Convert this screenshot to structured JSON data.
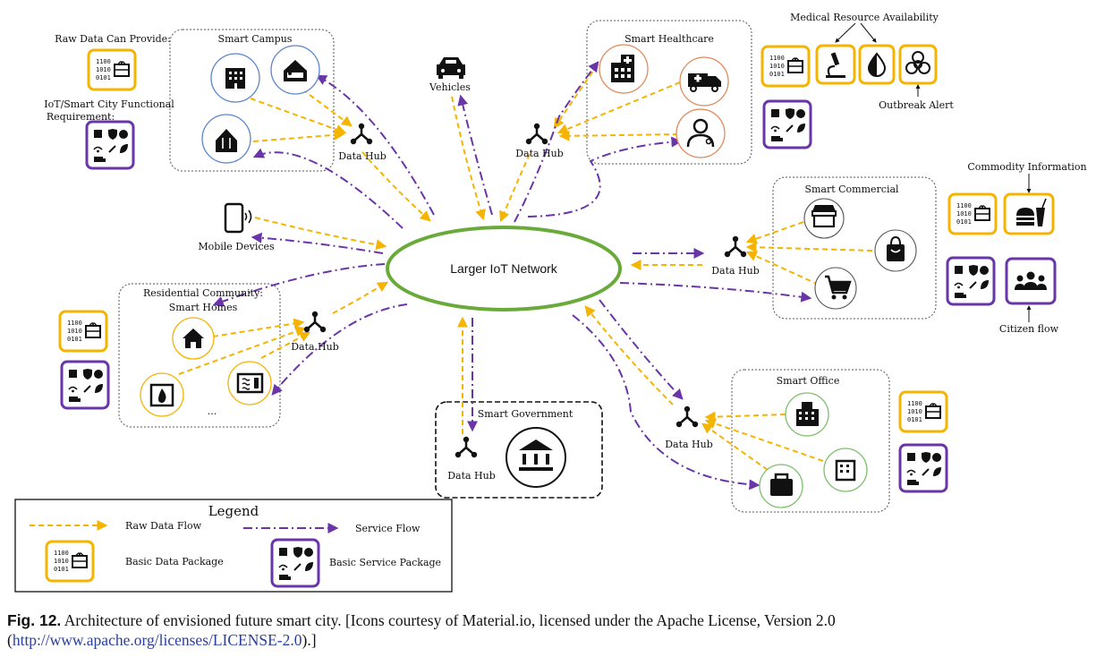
{
  "diagram": {
    "center": "Larger IoT Network",
    "hub_label": "Data Hub",
    "zones": {
      "campus": "Smart Campus",
      "healthcare": "Smart Healthcare",
      "commercial": "Smart Commercial",
      "residential_line1": "Residential Community:",
      "residential_line2": "Smart Homes",
      "government": "Smart Government",
      "office": "Smart Office"
    },
    "labels": {
      "vehicles": "Vehicles",
      "mobile_devices": "Mobile Devices",
      "raw_data_can_provide": "Raw Data Can Provide:",
      "requirement_line1": "IoT/Smart City Functional",
      "requirement_line2": "Requirement:",
      "medical_resource": "Medical Resource Availability",
      "outbreak_alert": "Outbreak Alert",
      "commodity_information": "Commodity Information",
      "citizen_flow": "Citizen flow",
      "ellipsis": "..."
    },
    "binary_lines": [
      "1100",
      "1010",
      "0101"
    ]
  },
  "legend": {
    "title": "Legend",
    "raw_data_flow": "Raw Data Flow",
    "service_flow": "Service Flow",
    "basic_data_package": "Basic Data Package",
    "basic_service_package": "Basic Service Package"
  },
  "caption": {
    "fig": "Fig. 12.",
    "text": " Architecture of envisioned future smart city. [Icons courtesy of Material.io, licensed under the Apache License, Version 2.0 (",
    "link": "http://www.apache.org/licenses/LICENSE-2.0",
    "tail": ").]"
  },
  "colors": {
    "raw_flow": "#f5b400",
    "service_flow": "#6a35a8",
    "network_ring": "#6aaa3a",
    "campus_circle": "#5b86c9",
    "healthcare_circle": "#e08a5c",
    "office_circle": "#7cbf6a",
    "commercial_circle": "#555555",
    "residential_circle": "#f5b400"
  }
}
